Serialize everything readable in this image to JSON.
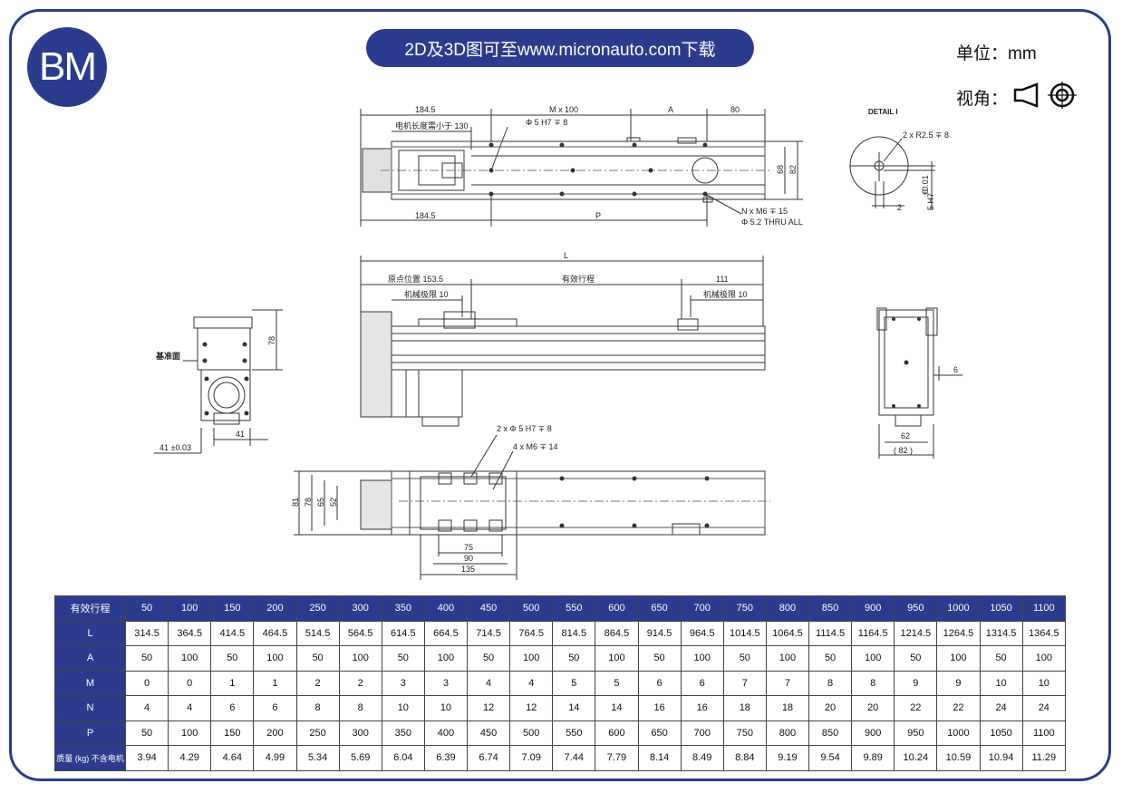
{
  "logo": "BM",
  "banner": "2D及3D图可至www.micronauto.com下载",
  "unit": "单位：mm",
  "view_label": "视角：",
  "drawing": {
    "top_view": {
      "dim_left_top": "184.5",
      "motor_note": "电机长度需小于 130",
      "dim_m": "M x 100",
      "dim_a": "A",
      "dim_80": "80",
      "hole_note": "Φ 5 H7 ∓ 8",
      "dim_68": "68",
      "dim_82": "82",
      "dim_left_bottom": "184.5",
      "dim_p": "P",
      "screw_note_1": "N x M6 ∓ 15",
      "screw_note_2": "Φ 5.2 THRU ALL"
    },
    "detail": {
      "title": "DETAIL I",
      "note": "2 x R2.5 ∓ 8",
      "dim_2": "2",
      "tol": "+0.01",
      "tol0": "0",
      "h7": "5 H7"
    },
    "side_view": {
      "dim_l": "L",
      "origin": "原点位置 153.5",
      "stroke": "有效行程",
      "dim_111": "111",
      "mech_left": "机械极限 10",
      "mech_right": "机械极限 10"
    },
    "left_view": {
      "datum": "基准面",
      "dim_78": "78",
      "dim_41": "41",
      "dim_41_tol": "41 ±0.03"
    },
    "right_view": {
      "dim_6": "6",
      "dim_62": "62",
      "dim_82": "( 82 )"
    },
    "bottom_view": {
      "note1": "2 x Φ 5 H7 ∓ 8",
      "note2": "4 x M6 ∓ 14",
      "dim_81": "81",
      "dim_78": "78",
      "dim_65": "65",
      "dim_52": "52",
      "dim_75": "75",
      "dim_90": "90",
      "dim_135": "135"
    }
  },
  "table": {
    "rows": [
      {
        "label": "有效行程",
        "values": [
          "50",
          "100",
          "150",
          "200",
          "250",
          "300",
          "350",
          "400",
          "450",
          "500",
          "550",
          "600",
          "650",
          "700",
          "750",
          "800",
          "850",
          "900",
          "950",
          "1000",
          "1050",
          "1100"
        ]
      },
      {
        "label": "L",
        "values": [
          "314.5",
          "364.5",
          "414.5",
          "464.5",
          "514.5",
          "564.5",
          "614.5",
          "664.5",
          "714.5",
          "764.5",
          "814.5",
          "864.5",
          "914.5",
          "964.5",
          "1014.5",
          "1064.5",
          "1114.5",
          "1164.5",
          "1214.5",
          "1264.5",
          "1314.5",
          "1364.5"
        ]
      },
      {
        "label": "A",
        "values": [
          "50",
          "100",
          "50",
          "100",
          "50",
          "100",
          "50",
          "100",
          "50",
          "100",
          "50",
          "100",
          "50",
          "100",
          "50",
          "100",
          "50",
          "100",
          "50",
          "100",
          "50",
          "100"
        ]
      },
      {
        "label": "M",
        "values": [
          "0",
          "0",
          "1",
          "1",
          "2",
          "2",
          "3",
          "3",
          "4",
          "4",
          "5",
          "5",
          "6",
          "6",
          "7",
          "7",
          "8",
          "8",
          "9",
          "9",
          "10",
          "10"
        ]
      },
      {
        "label": "N",
        "values": [
          "4",
          "4",
          "6",
          "6",
          "8",
          "8",
          "10",
          "10",
          "12",
          "12",
          "14",
          "14",
          "16",
          "16",
          "18",
          "18",
          "20",
          "20",
          "22",
          "22",
          "24",
          "24"
        ]
      },
      {
        "label": "P",
        "values": [
          "50",
          "100",
          "150",
          "200",
          "250",
          "300",
          "350",
          "400",
          "450",
          "500",
          "550",
          "600",
          "650",
          "700",
          "750",
          "800",
          "850",
          "900",
          "950",
          "1000",
          "1050",
          "1100"
        ]
      },
      {
        "label": "质量 (kg) 不含电机",
        "values": [
          "3.94",
          "4.29",
          "4.64",
          "4.99",
          "5.34",
          "5.69",
          "6.04",
          "6.39",
          "6.74",
          "7.09",
          "7.44",
          "7.79",
          "8.14",
          "8.49",
          "8.84",
          "9.19",
          "9.54",
          "9.89",
          "10.24",
          "10.59",
          "10.94",
          "11.29"
        ]
      }
    ]
  }
}
